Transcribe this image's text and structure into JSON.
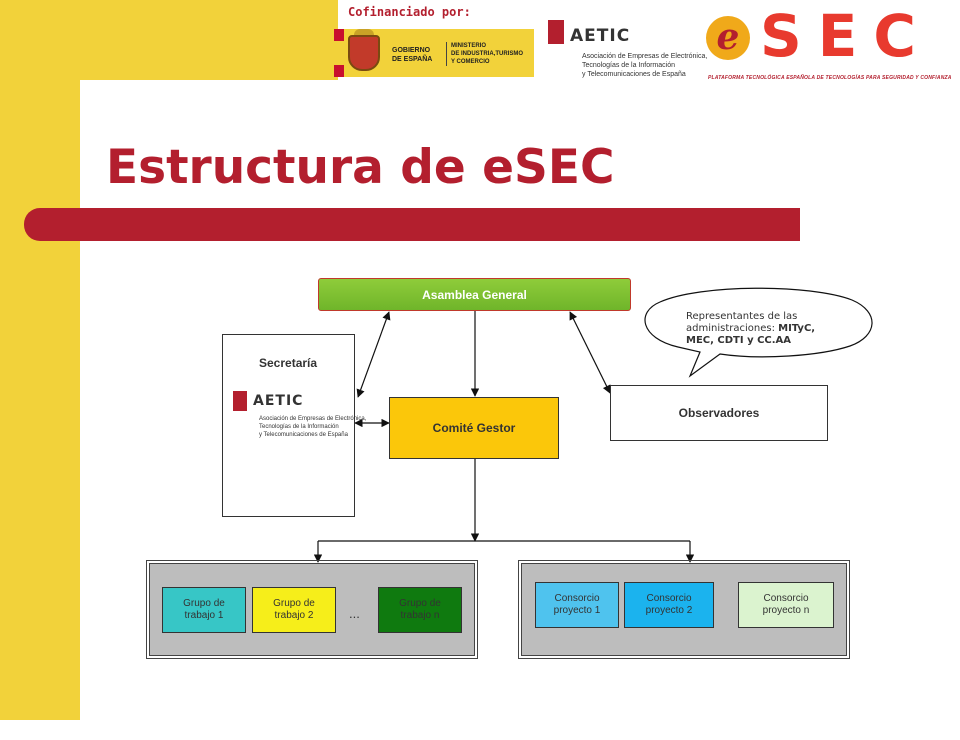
{
  "header": {
    "cofinanciado": "Cofinanciado por:",
    "gobierno_line1": "GOBIERNO",
    "gobierno_line2": "DE ESPAÑA",
    "ministerio_line1": "MINISTERIO",
    "ministerio_line2": "DE INDUSTRIA,TURISMO",
    "ministerio_line3": "Y COMERCIO",
    "aetic_word": "AETIC",
    "aetic_sub1": "Asociación de Empresas de Electrónica,",
    "aetic_sub2": "Tecnologías de la Información",
    "aetic_sub3": "y Telecomunicaciones de España",
    "esec_e": "e",
    "esec_letters": "SEC",
    "esec_sub": "PLATAFORMA TECNOLÓGICA ESPAÑOLA DE TECNOLOGÍAS PARA SEGURIDAD Y CONFIANZA"
  },
  "slide": {
    "title": "Estructura de eSEC"
  },
  "diagram": {
    "asamblea": "Asamblea General",
    "comite": "Comité Gestor",
    "observadores": "Observadores",
    "secretaria": "Secretaría",
    "secretaria_aetic_word": "AETIC",
    "secretaria_aetic_sub1": "Asociación de Empresas de Electrónica,",
    "secretaria_aetic_sub2": "Tecnologías de la Información",
    "secretaria_aetic_sub3": "y Telecomunicaciones de España",
    "callout_line1": "Representantes de las",
    "callout_line2": "administraciones: ",
    "callout_bold1": "MITyC,",
    "callout_bold2": "MEC, CDTI y CC.AA",
    "grupos": [
      "Grupo de trabajo 1",
      "Grupo de trabajo 2",
      "Grupo de trabajo n"
    ],
    "grupos_ellipsis": "...",
    "consorcios": [
      "Consorcio proyecto 1",
      "Consorcio proyecto 2",
      "Consorcio proyecto n"
    ]
  },
  "colors": {
    "brand_red": "#b31f2e",
    "band_yellow": "#f2d23a",
    "asamblea_green": "#7cbf30",
    "comite_yellow": "#fbc70a"
  }
}
